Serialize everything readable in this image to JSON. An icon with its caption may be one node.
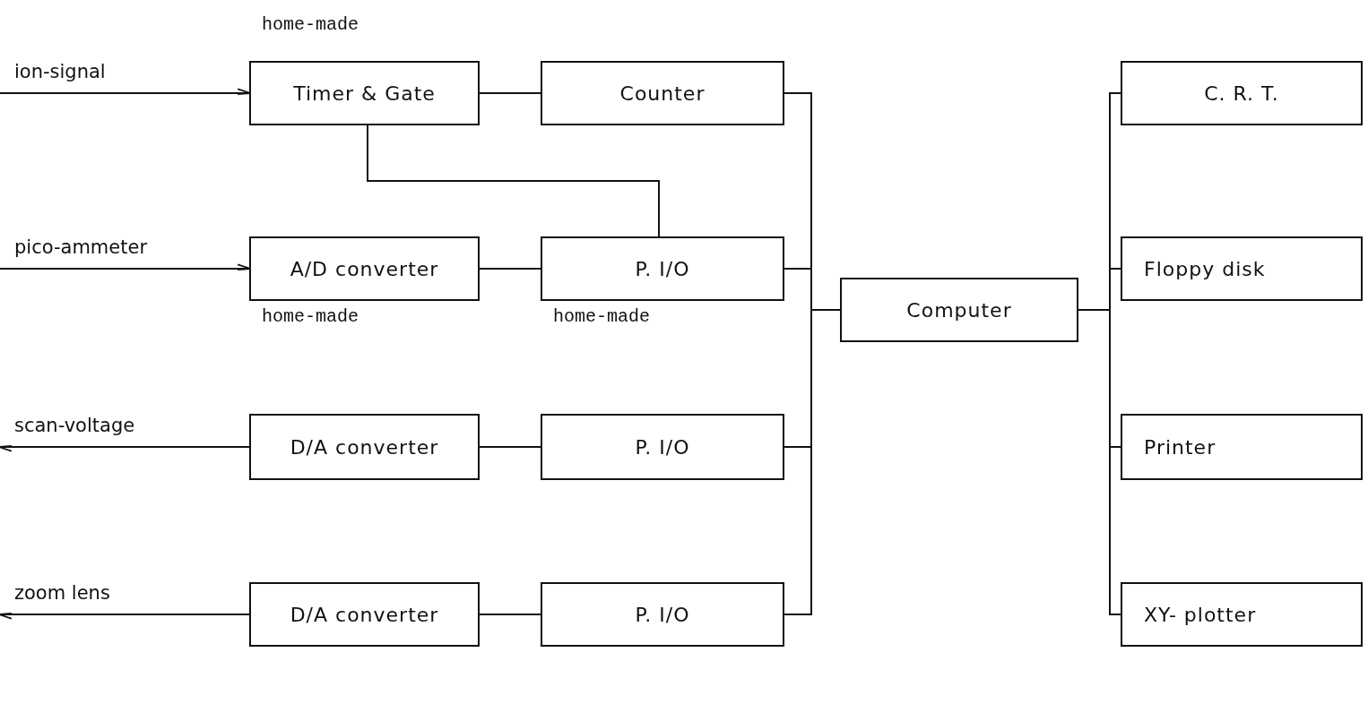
{
  "diagram": {
    "nodes": [
      {
        "text": [
          "Timer & Gate"
        ],
        "beside": [
          "home-made"
        ]
      },
      {
        "text": [
          "Counter"
        ]
      },
      {
        "text": [
          "A/D converter"
        ],
        "beside": [
          "home-made"
        ]
      },
      {
        "text": [
          "P. I/O"
        ],
        "beside": [
          "home-made"
        ]
      },
      {
        "text": [
          "D/A converter"
        ]
      },
      {
        "text": [
          "P. I/O"
        ]
      },
      {
        "text": [
          "D/A converter"
        ]
      },
      {
        "text": [
          "P. I/O"
        ]
      },
      {
        "text": [
          "Computer"
        ]
      },
      {
        "text": [
          "C. R. T."
        ]
      },
      {
        "text": [
          "Floppy disk"
        ]
      },
      {
        "text": [
          "Printer"
        ]
      },
      {
        "text": [
          "XY- plotter"
        ]
      }
    ],
    "edges": [
      {
        "from": null,
        "to": 0,
        "arrow": "to",
        "label": "ion-signal"
      },
      {
        "from": null,
        "to": 2,
        "arrow": "to",
        "label": "pico-ammeter"
      },
      {
        "from": 4,
        "to": null,
        "arrow": "to",
        "label": "scan-voltage"
      },
      {
        "from": 6,
        "to": null,
        "arrow": "to",
        "label": "zoom lens"
      },
      {
        "from": 0,
        "to": 1,
        "arrow": "none"
      },
      {
        "from": 0,
        "to": 3,
        "arrow": "none"
      },
      {
        "from": 2,
        "to": 3,
        "arrow": "none"
      },
      {
        "from": 4,
        "to": 5,
        "arrow": "none"
      },
      {
        "from": 6,
        "to": 7,
        "arrow": "none"
      },
      {
        "from": 1,
        "to": 8,
        "arrow": "none"
      },
      {
        "from": 3,
        "to": 8,
        "arrow": "none"
      },
      {
        "from": 5,
        "to": 8,
        "arrow": "none"
      },
      {
        "from": 7,
        "to": 8,
        "arrow": "none"
      },
      {
        "from": 8,
        "to": 9,
        "arrow": "none"
      },
      {
        "from": 8,
        "to": 10,
        "arrow": "none"
      },
      {
        "from": 8,
        "to": 11,
        "arrow": "none"
      },
      {
        "from": 8,
        "to": 12,
        "arrow": "none"
      }
    ]
  }
}
